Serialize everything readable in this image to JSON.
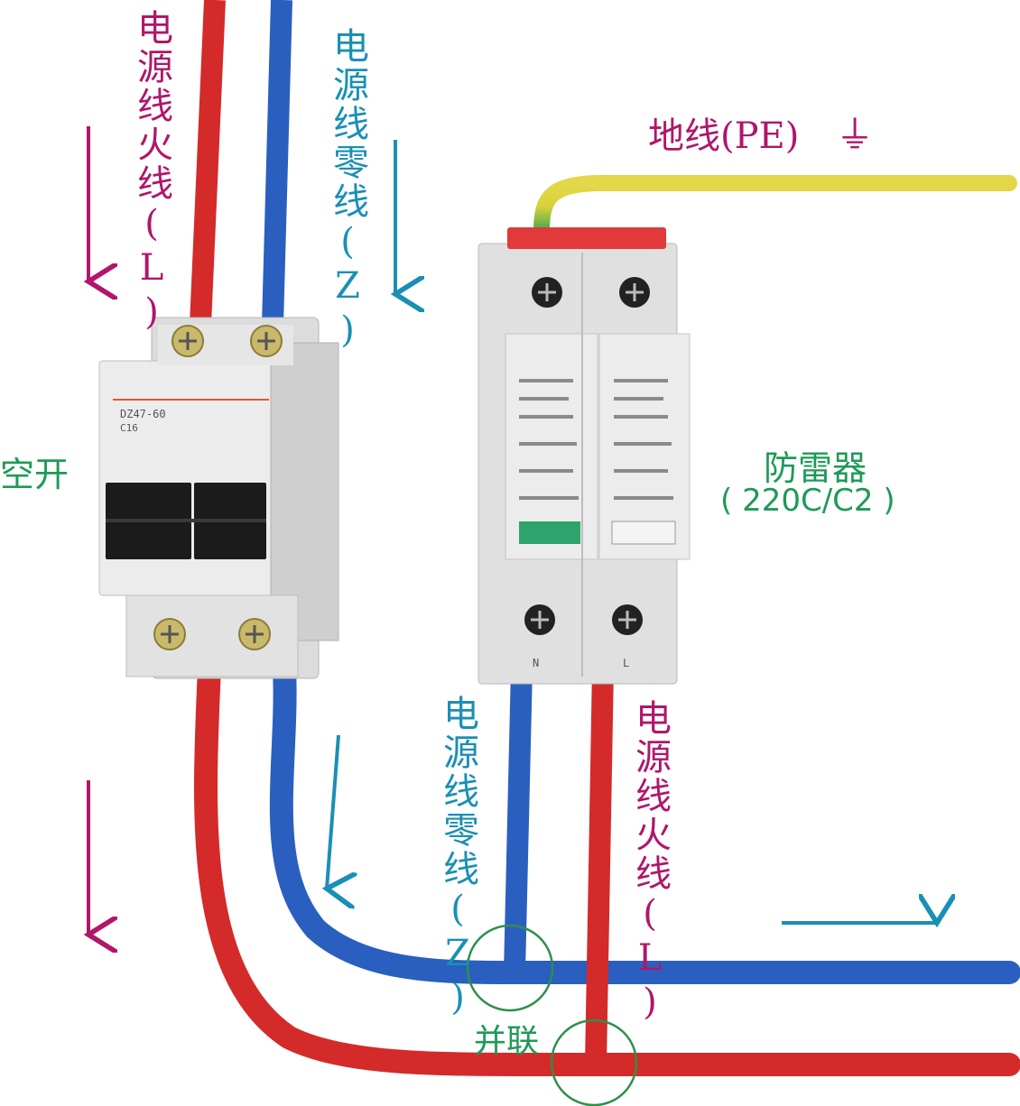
{
  "colors": {
    "live_wire": "#d42a2a",
    "neutral_wire": "#2a5fc0",
    "ground_wire_yellow": "#d8d23a",
    "ground_wire_green": "#3aa64a",
    "live_label": "#b01669",
    "neutral_label": "#1a8fb5",
    "device_label": "#1e9a57",
    "parallel_circle": "#2f8f4a"
  },
  "labels": {
    "left_live": "电源线火线(L)",
    "left_neutral": "电源线零线(Z)",
    "ground": "地线(PE)",
    "ground_symbol": "⏚",
    "breaker": "空开",
    "spd_name": "防雷器",
    "spd_model": "( 220C/C2 )",
    "bottom_neutral": "电源线零线(Z)",
    "bottom_live": "电源线火线(L)",
    "parallel": "并联"
  },
  "breaker": {
    "model": "DZ47-60",
    "rating": "C16"
  },
  "spd": {
    "terminal_n": "N",
    "terminal_l": "L"
  }
}
